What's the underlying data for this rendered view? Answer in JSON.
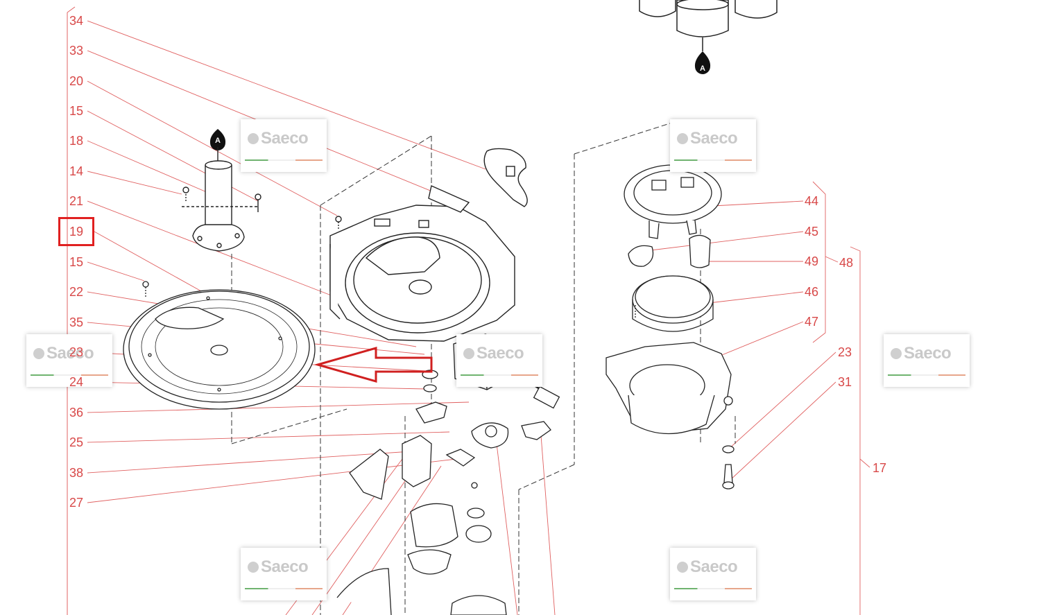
{
  "labels_left": [
    "34",
    "33",
    "20",
    "15",
    "18",
    "14",
    "21",
    "19",
    "15",
    "22",
    "35",
    "23",
    "24",
    "36",
    "25",
    "38",
    "27"
  ],
  "labels_right": [
    "44",
    "45",
    "49",
    "46",
    "47",
    "23",
    "31"
  ],
  "group_labels": [
    "48",
    "17"
  ],
  "marker_letter": "A",
  "watermark_text": "Saeco",
  "highlighted_label": "19",
  "colors": {
    "callout": "#d84848",
    "highlight": "#e02020",
    "linework": "#222222",
    "watermark": "#c9c9c9"
  }
}
